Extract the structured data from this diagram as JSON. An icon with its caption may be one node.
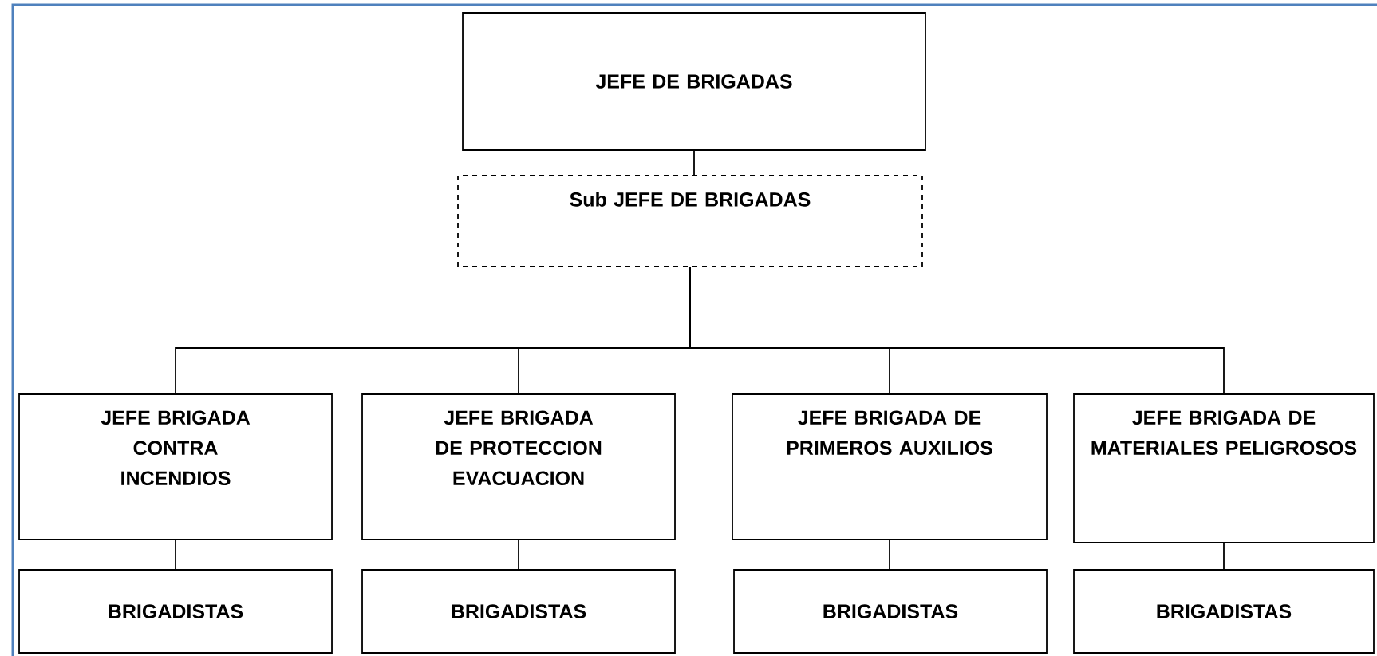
{
  "diagram": {
    "nodes": [
      {
        "text": [
          "JEFE DE BRIGADAS"
        ]
      },
      {
        "text": [
          "Sub JEFE DE BRIGADAS"
        ]
      },
      {
        "text": [
          "JEFE BRIGADA CONTRA INCENDIOS"
        ]
      },
      {
        "text": [
          "JEFE BRIGADA DE PROTECCION EVACUACION"
        ]
      },
      {
        "text": [
          "JEFE BRIGADA DE PRIMEROS AUXILIOS"
        ]
      },
      {
        "text": [
          "JEFE BRIGADA DE MATERIALES PELIGROSOS"
        ]
      },
      {
        "text": [
          "BRIGADISTAS"
        ]
      },
      {
        "text": [
          "BRIGADISTAS"
        ]
      },
      {
        "text": [
          "BRIGADISTAS"
        ]
      },
      {
        "text": [
          "BRIGADISTAS"
        ]
      }
    ],
    "edges": [
      {
        "from": 0,
        "to": 1,
        "arrow": "none"
      },
      {
        "from": 1,
        "to": 2,
        "arrow": "none"
      },
      {
        "from": 1,
        "to": 3,
        "arrow": "none"
      },
      {
        "from": 1,
        "to": 4,
        "arrow": "none"
      },
      {
        "from": 1,
        "to": 5,
        "arrow": "none"
      },
      {
        "from": 2,
        "to": 6,
        "arrow": "none"
      },
      {
        "from": 3,
        "to": 7,
        "arrow": "none"
      },
      {
        "from": 4,
        "to": 8,
        "arrow": "none"
      },
      {
        "from": 5,
        "to": 9,
        "arrow": "none"
      }
    ]
  }
}
